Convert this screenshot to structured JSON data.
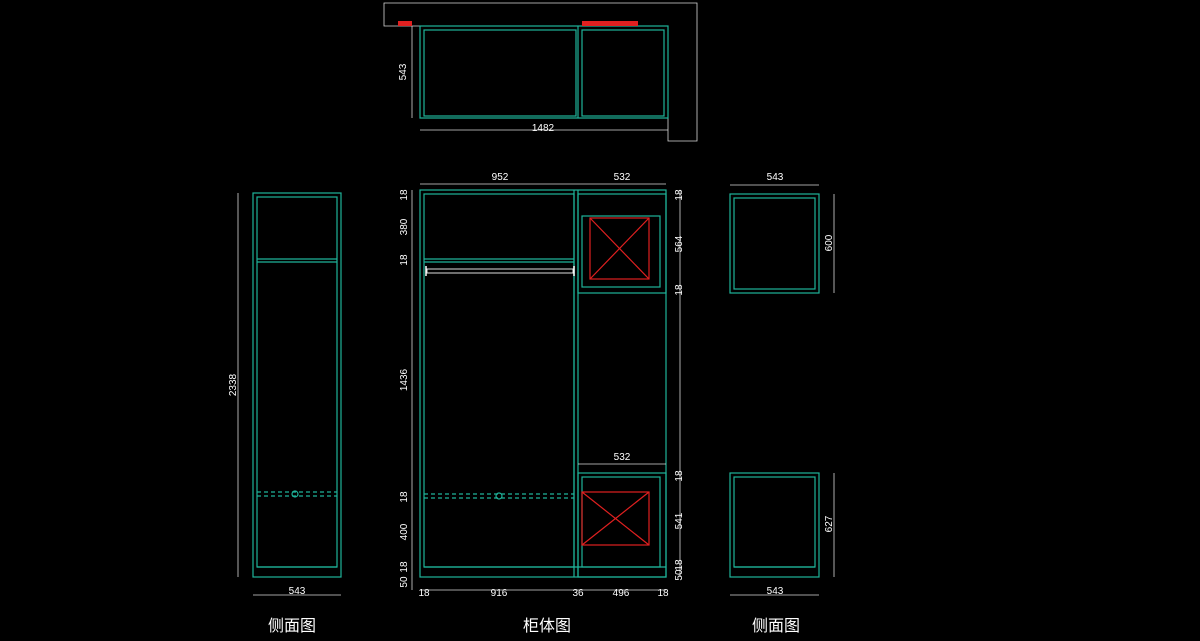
{
  "top_plan": {
    "depth": "543",
    "width": "1482"
  },
  "left_side": {
    "height": "2338",
    "depth": "543",
    "caption": "侧面图"
  },
  "front": {
    "top_left_width": "952",
    "top_right_width": "532",
    "mid_right_width": "532",
    "left_heights": [
      "18",
      "380",
      "18",
      "1436",
      "18",
      "400",
      "18",
      "50"
    ],
    "right_top_heights": [
      "18",
      "564",
      "18"
    ],
    "right_bottom_heights": [
      "18",
      "541",
      "18",
      "50"
    ],
    "bottom_widths": [
      "18",
      "916",
      "36",
      "496",
      "18"
    ],
    "caption": "柜体图"
  },
  "right_side": {
    "upper_width": "543",
    "upper_height": "600",
    "lower_height": "627",
    "lower_width": "543",
    "caption": "侧面图"
  }
}
